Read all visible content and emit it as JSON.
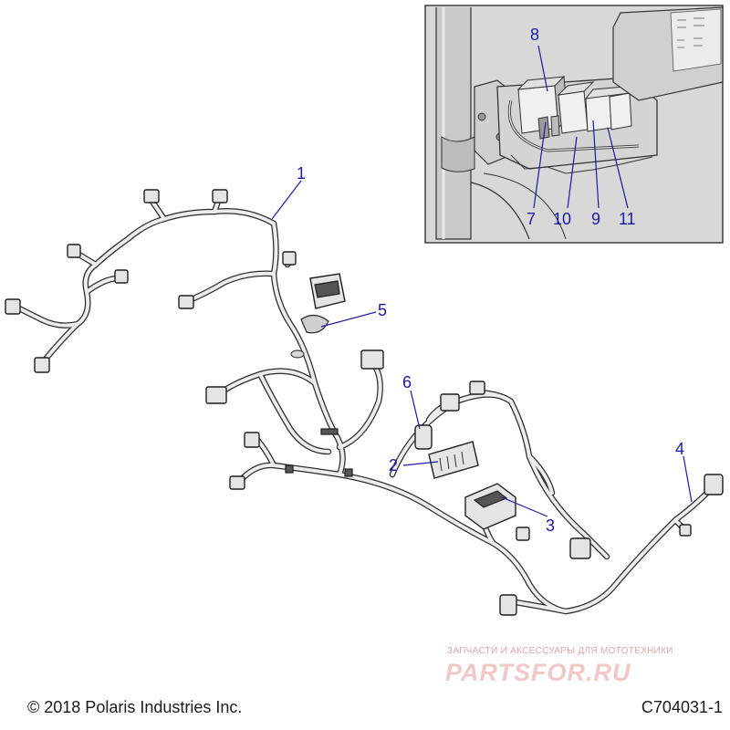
{
  "callouts": {
    "c1": "1",
    "c2": "2",
    "c3": "3",
    "c4": "4",
    "c5": "5",
    "c6": "6",
    "c7": "7",
    "c8": "8",
    "c9": "9",
    "c10": "10",
    "c11": "11"
  },
  "footer": {
    "copyright": "© 2018 Polaris Industries Inc.",
    "figure_code": "C704031-1"
  },
  "watermark": {
    "tagline": "ЗАПЧАСТИ И АКСЕССУАРЫ ДЛЯ МОТОТЕХНИКИ",
    "brand": "PARTSFOR.RU"
  },
  "colors": {
    "callout": "#1a1aa8",
    "line_art": "#1e1e1e",
    "inset_background": "#d9d9d9",
    "watermark": "#e6a6a6"
  }
}
